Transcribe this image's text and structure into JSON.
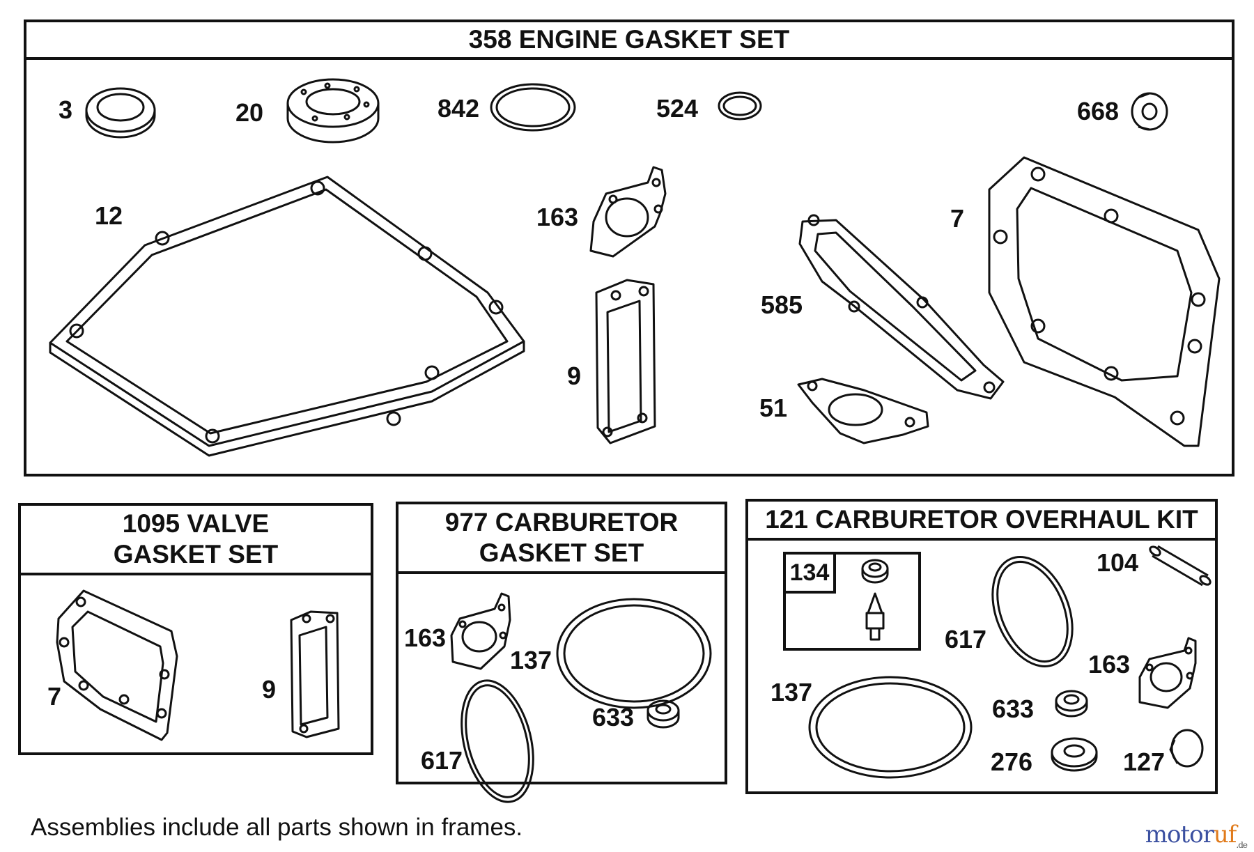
{
  "frames": {
    "engine": {
      "title": "358 ENGINE GASKET SET"
    },
    "valve": {
      "title_line1": "1095 VALVE",
      "title_line2": "GASKET SET"
    },
    "carb": {
      "title_line1": "977 CARBURETOR",
      "title_line2": "GASKET SET"
    },
    "overhaul": {
      "title": "121 CARBURETOR OVERHAUL KIT",
      "sub_label": "134"
    }
  },
  "part_numbers": {
    "engine": [
      "3",
      "20",
      "842",
      "524",
      "668",
      "12",
      "163",
      "9",
      "585",
      "51",
      "7"
    ],
    "valve": [
      "7",
      "9"
    ],
    "carb": [
      "163",
      "137",
      "633",
      "617"
    ],
    "overhaul": [
      "104",
      "617",
      "163",
      "137",
      "633",
      "276",
      "127"
    ]
  },
  "footnote": "Assemblies include all parts shown in frames.",
  "brand": {
    "part1": "motor",
    "part2": "uf",
    "tld": ".de",
    "color1": "#3a4fa0",
    "color2": "#e07a1a"
  }
}
